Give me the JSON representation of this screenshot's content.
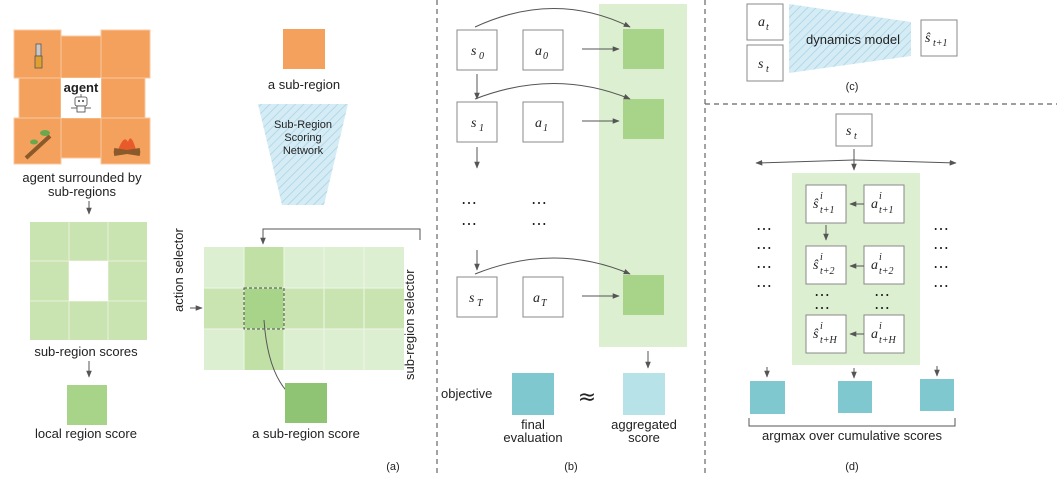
{
  "panel_a": {
    "agent_label": "agent",
    "agent_caption_1": "agent surrounded by",
    "agent_caption_2": "sub-regions",
    "sub_region_scores": "sub-region scores",
    "local_region_score": "local region score",
    "a_sub_region": "a sub-region",
    "network_1": "Sub-Region",
    "network_2": "Scoring",
    "network_3": "Network",
    "action_selector": "action selector",
    "sub_region_selector": "sub-region selector",
    "a_sub_region_score": "a sub-region score",
    "panel_label": "(a)"
  },
  "panel_b": {
    "s0": "s",
    "s0_sub": "0",
    "a0": "a",
    "a0_sub": "0",
    "s1": "s",
    "s1_sub": "1",
    "a1": "a",
    "a1_sub": "1",
    "sT": "s",
    "sT_sub": "T",
    "aT": "a",
    "aT_sub": "T",
    "ellipsis": "⋯",
    "objective": "objective",
    "final_1": "final",
    "final_2": "evaluation",
    "approx": "≈",
    "agg_1": "aggregated",
    "agg_2": "score",
    "panel_label": "(b)"
  },
  "panel_c": {
    "at": "a",
    "at_sub": "t",
    "st": "s",
    "st_sub": "t",
    "model": "dynamics model",
    "shat": "ŝ",
    "shat_sub": "t+1",
    "panel_label": "(c)"
  },
  "panel_d": {
    "st": "s",
    "st_sub": "t",
    "shat": "ŝ",
    "ai": "a",
    "sup_i": "i",
    "sub_1": "t+1",
    "sub_2": "t+2",
    "sub_H": "t+H",
    "ellipsis": "⋯",
    "argmax": "argmax over cumulative scores",
    "panel_label": "(d)"
  },
  "colors": {
    "orange": "#f5a15e",
    "orange_dark": "#e88a42",
    "green_light": "#c9e4b0",
    "green_mid": "#a8d48a",
    "green_bg": "#dcefd0",
    "teal": "#7fc8cf",
    "teal_light": "#b7e2e8",
    "blue_hatch": "#c3e2ef"
  }
}
